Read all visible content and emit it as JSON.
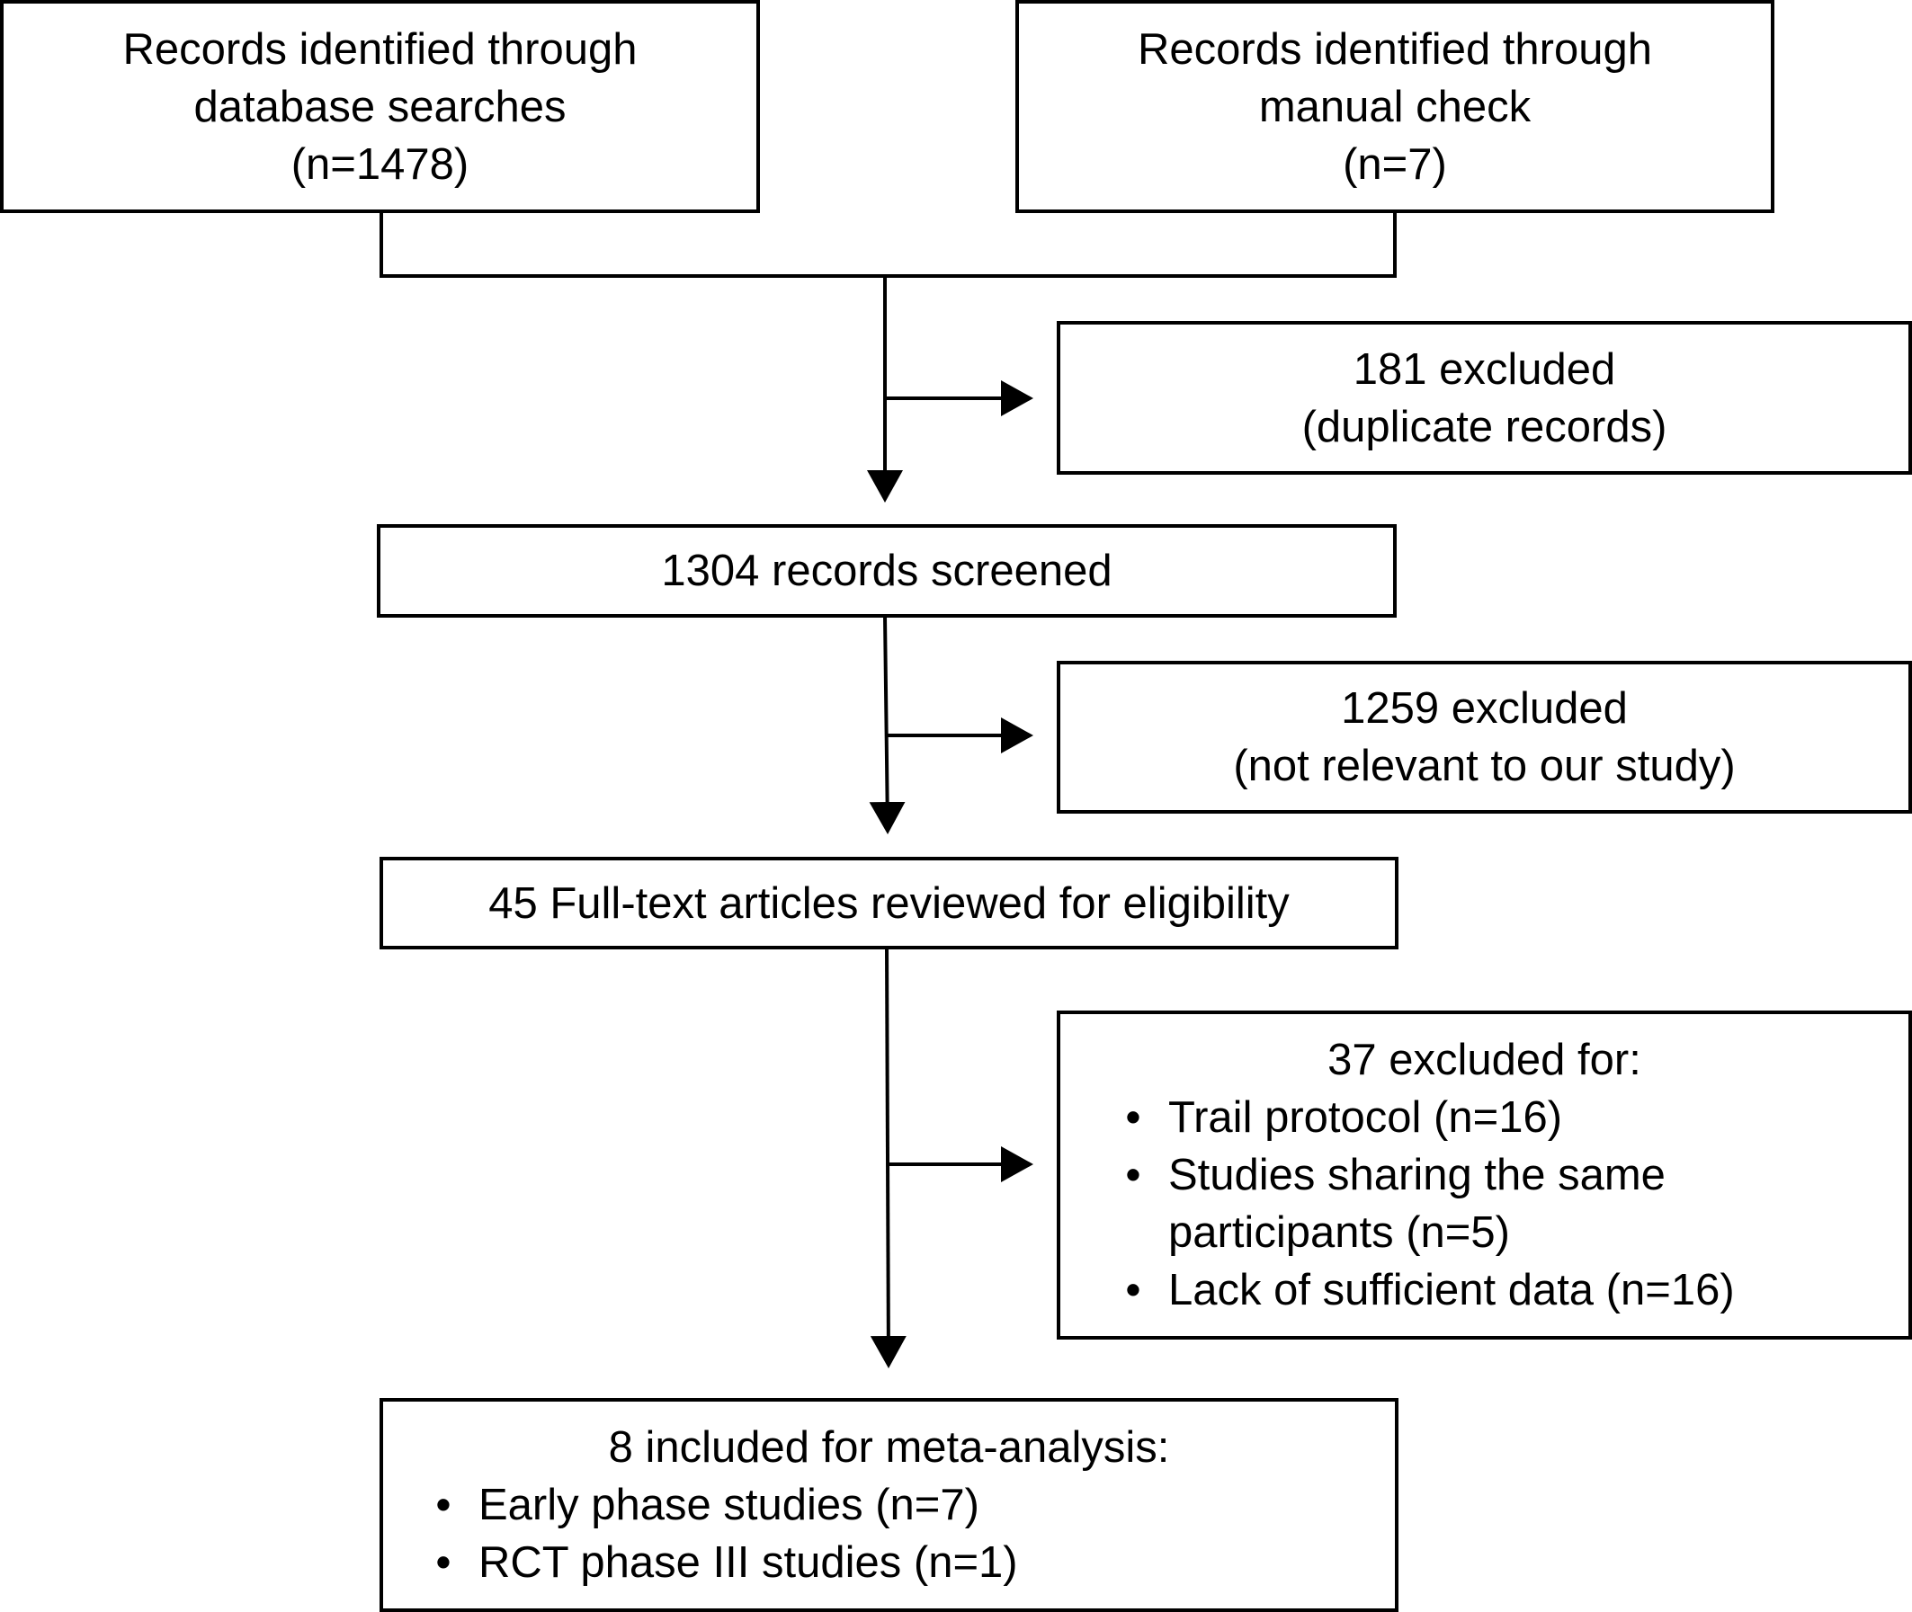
{
  "boxes": {
    "database_search": {
      "lines": [
        "Records identified through",
        "database searches",
        "(n=1478)"
      ]
    },
    "manual_check": {
      "lines": [
        "Records identified through",
        "manual check",
        "(n=7)"
      ]
    },
    "duplicates_excluded": {
      "lines": [
        "181 excluded",
        "(duplicate records)"
      ]
    },
    "screened": {
      "lines": [
        "1304 records screened"
      ]
    },
    "not_relevant_excluded": {
      "lines": [
        "1259 excluded",
        "(not relevant to our study)"
      ]
    },
    "full_text_reviewed": {
      "lines": [
        "45 Full-text articles reviewed for eligibility"
      ]
    },
    "full_text_excluded": {
      "title": "37 excluded for:",
      "items": [
        {
          "bullet": "•",
          "lines": [
            "Trail protocol (n=16)"
          ]
        },
        {
          "bullet": "•",
          "lines": [
            "Studies sharing the same",
            "participants (n=5)"
          ]
        },
        {
          "bullet": "•",
          "lines": [
            "Lack of sufficient data (n=16)"
          ]
        }
      ]
    },
    "included": {
      "title": "8 included for meta-analysis:",
      "items": [
        {
          "bullet": "•",
          "lines": [
            "Early phase studies (n=7)"
          ]
        },
        {
          "bullet": "•",
          "lines": [
            "RCT phase III studies (n=1)"
          ]
        }
      ]
    }
  },
  "colors": {
    "stroke": "#000000",
    "background": "#ffffff"
  }
}
